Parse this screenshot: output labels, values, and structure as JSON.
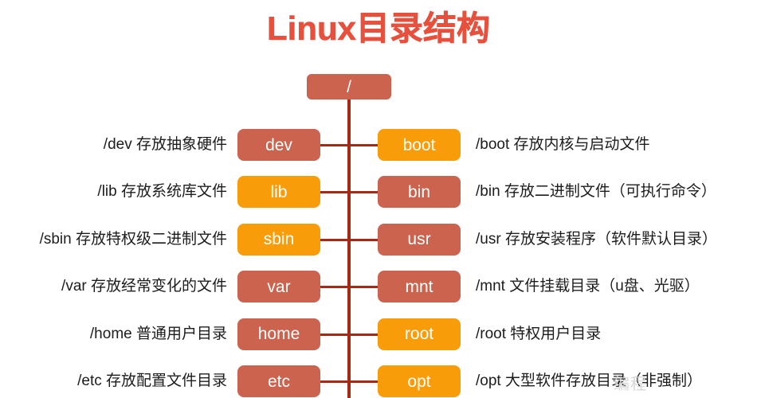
{
  "title": "Linux目录结构",
  "colors": {
    "title": "#e6503c",
    "salmon": "#cb634e",
    "orange": "#f99c0a",
    "line": "#a52a16",
    "text": "#1c1c1c",
    "watermark": "#d8d8d8"
  },
  "root": {
    "label": "/"
  },
  "rows": [
    {
      "left": {
        "label": "dev",
        "color": "salmon",
        "desc": "/dev 存放抽象硬件"
      },
      "right": {
        "label": "boot",
        "color": "orange",
        "desc": "/boot 存放内核与启动文件"
      }
    },
    {
      "left": {
        "label": "lib",
        "color": "orange",
        "desc": "/lib 存放系统库文件"
      },
      "right": {
        "label": "bin",
        "color": "salmon",
        "desc": "/bin 存放二进制文件（可执行命令）"
      }
    },
    {
      "left": {
        "label": "sbin",
        "color": "orange",
        "desc": "/sbin 存放特权级二进制文件"
      },
      "right": {
        "label": "usr",
        "color": "salmon",
        "desc": "/usr 存放安装程序（软件默认目录）"
      }
    },
    {
      "left": {
        "label": "var",
        "color": "salmon",
        "desc": "/var 存放经常变化的文件"
      },
      "right": {
        "label": "mnt",
        "color": "salmon",
        "desc": "/mnt 文件挂载目录（u盘、光驱）"
      }
    },
    {
      "left": {
        "label": "home",
        "color": "salmon",
        "desc": "/home 普通用户目录"
      },
      "right": {
        "label": "root",
        "color": "orange",
        "desc": "/root 特权用户目录"
      }
    },
    {
      "left": {
        "label": "etc",
        "color": "salmon",
        "desc": "/etc 存放配置文件目录"
      },
      "right": {
        "label": "opt",
        "color": "orange",
        "desc": "/opt 大型软件存放目录（非强制）"
      }
    }
  ],
  "watermark": "编程"
}
